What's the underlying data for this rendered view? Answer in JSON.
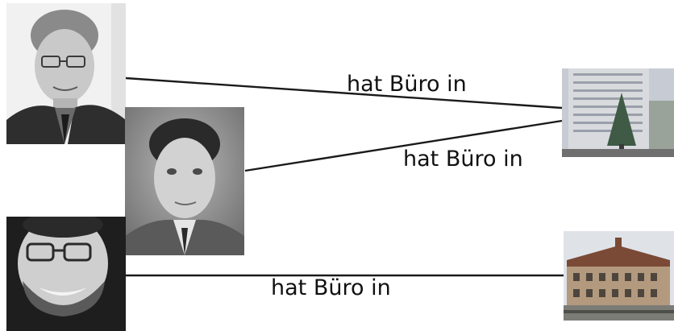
{
  "edges": [
    {
      "label": "hat Büro in"
    },
    {
      "label": "hat Büro in"
    },
    {
      "label": "hat Büro in"
    }
  ],
  "people": [
    {
      "icon": "person-photo-icon"
    },
    {
      "icon": "person-photo-icon"
    },
    {
      "icon": "person-photo-icon"
    }
  ],
  "buildings": [
    {
      "icon": "office-building-photo-icon"
    },
    {
      "icon": "office-building-photo-icon"
    }
  ],
  "colors": {
    "line": "#1a1a1a",
    "label": "#111111",
    "background": "#ffffff"
  }
}
